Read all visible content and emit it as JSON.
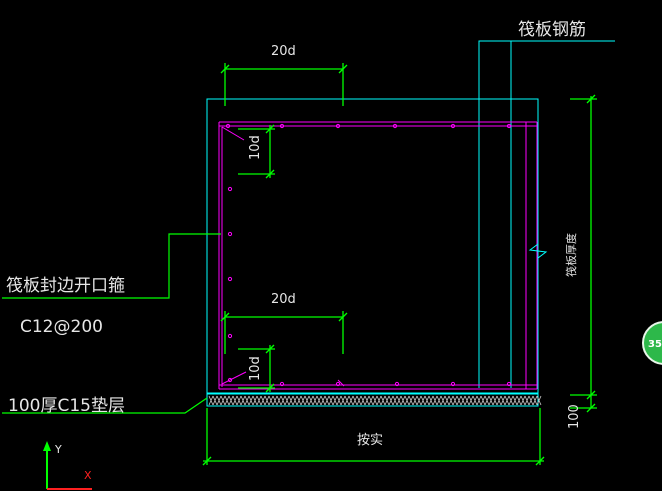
{
  "labels": {
    "raft_rebar": "筏板钢筋",
    "raft_edge_stirrup": "筏板封边开口箍",
    "stirrup_spec": "C12@200",
    "cushion_layer": "100厚C15垫层",
    "raft_thickness": "筏板厚度",
    "compacted": "按实",
    "dim_20d_top": "20d",
    "dim_20d_bottom": "20d",
    "dim_10d_top": "10d",
    "dim_10d_bottom": "10d",
    "dim_100": "100"
  },
  "axis": {
    "y": "Y",
    "x": "X"
  },
  "badge": {
    "text": "35"
  },
  "colors": {
    "background": "#000000",
    "green": "#00ff00",
    "cyan": "#00ffff",
    "magenta": "#ff00ff",
    "text": "#e6e6e6",
    "axis_red": "#ff2020",
    "badge": "#2db84a"
  }
}
